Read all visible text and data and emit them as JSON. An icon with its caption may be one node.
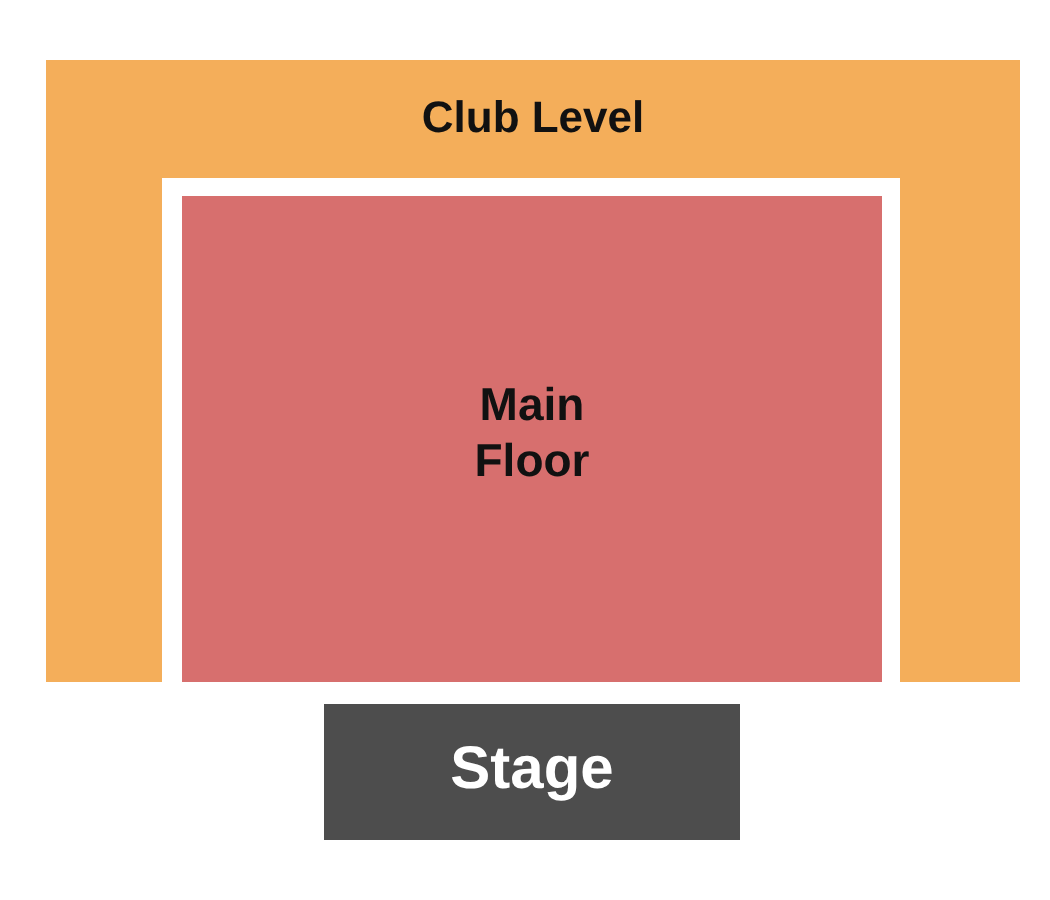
{
  "diagram": {
    "nodes": [
      {
        "text": [
          "Club Level"
        ]
      },
      {
        "text": [
          "Main Floor"
        ]
      },
      {
        "text": [
          "Stage"
        ]
      }
    ]
  }
}
